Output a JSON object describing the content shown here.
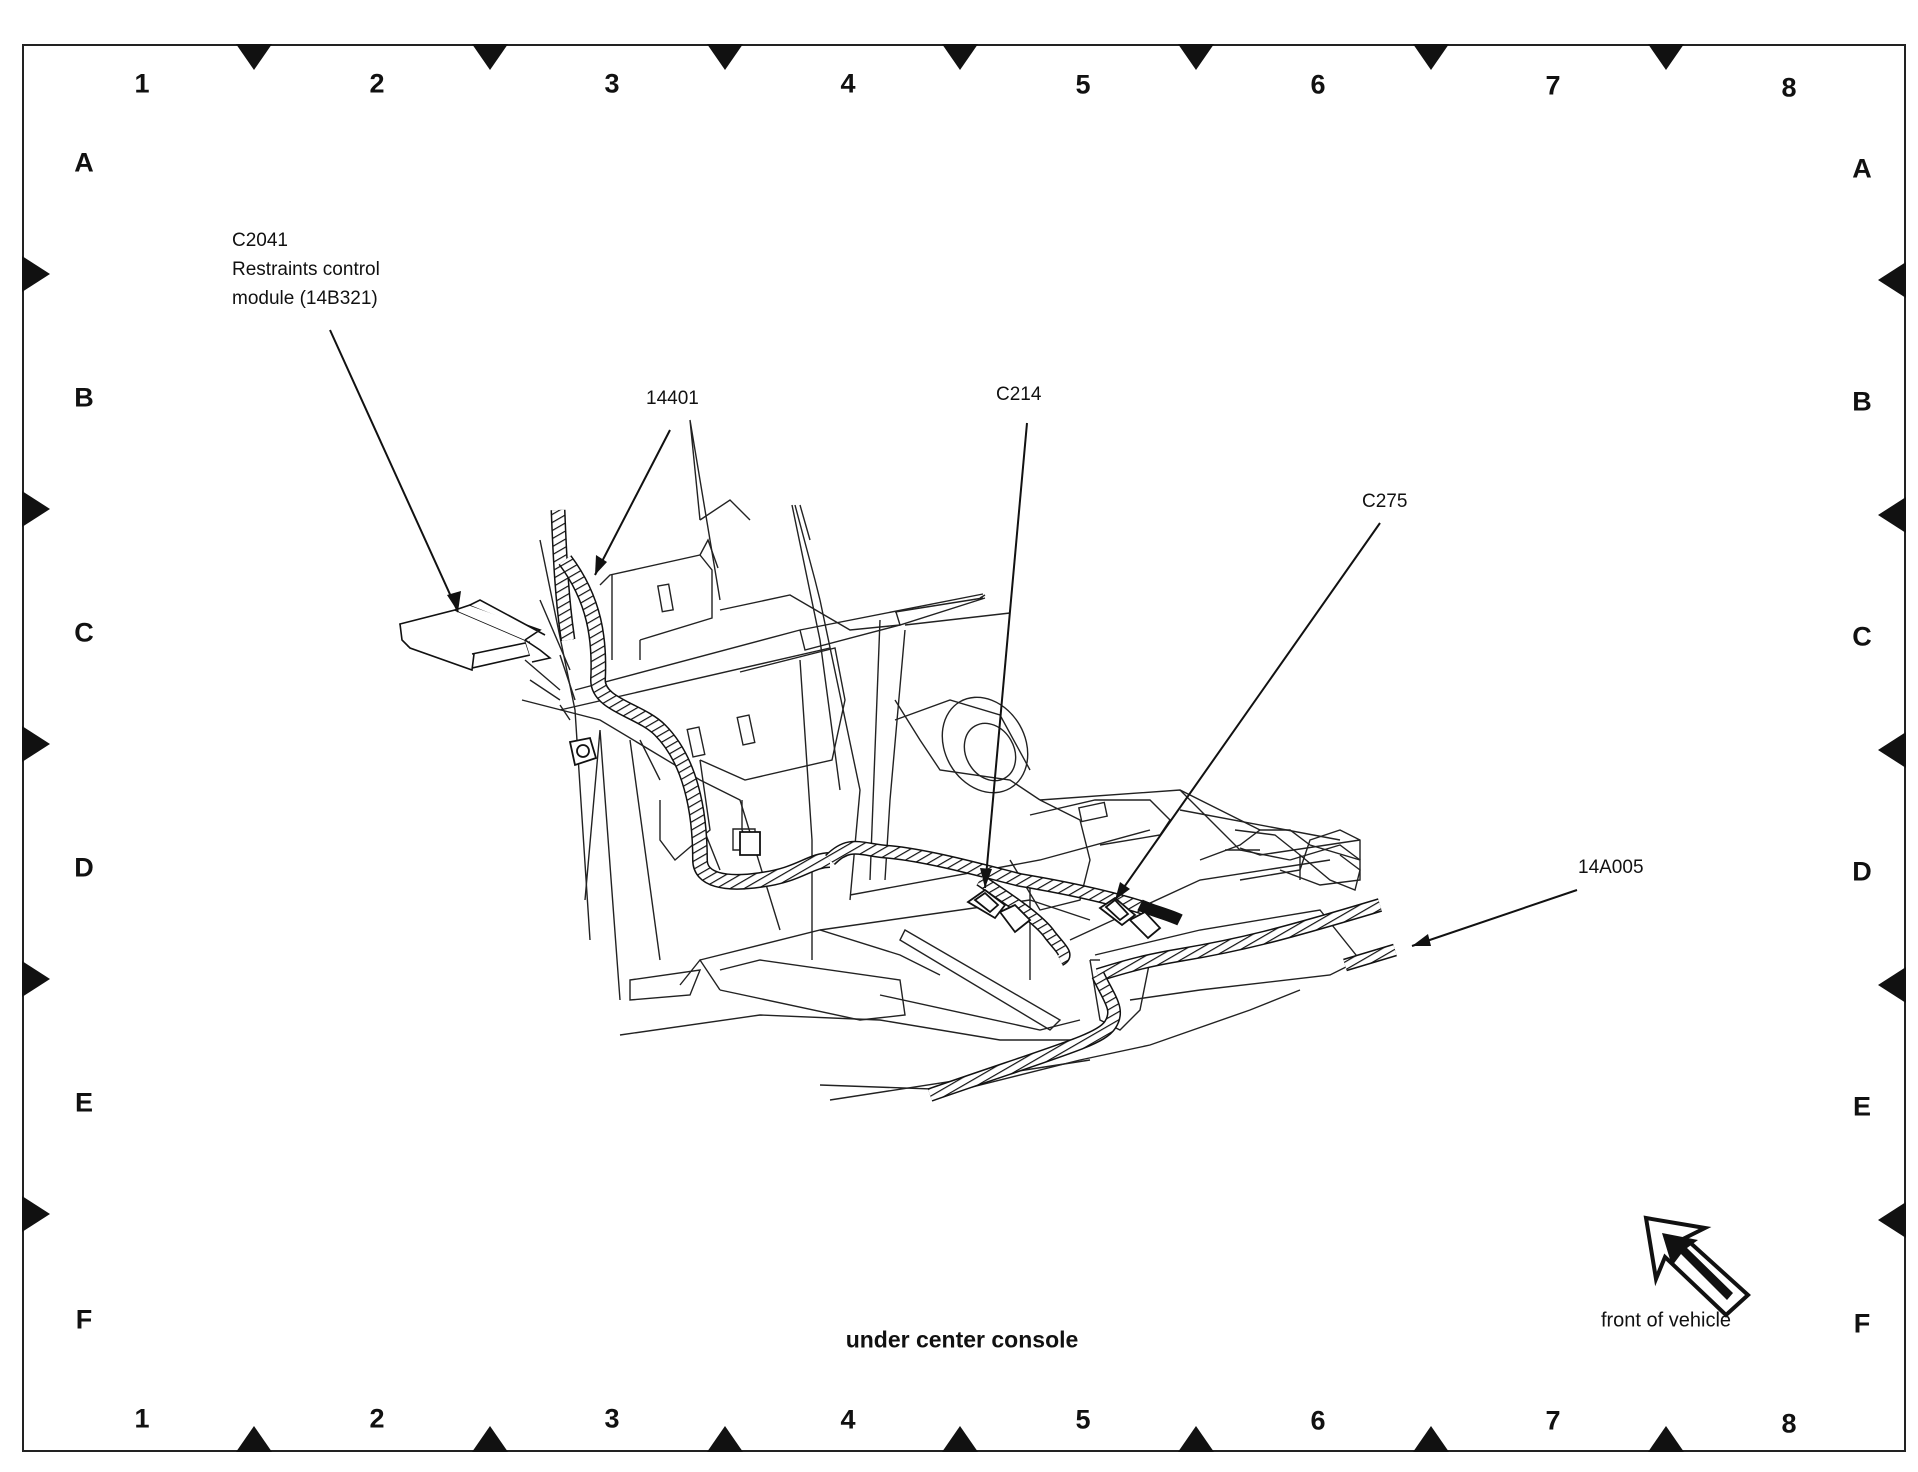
{
  "grid": {
    "columns": [
      "1",
      "2",
      "3",
      "4",
      "5",
      "6",
      "7",
      "8"
    ],
    "rows": [
      "A",
      "B",
      "C",
      "D",
      "E",
      "F"
    ]
  },
  "callouts": {
    "rcm_connector": "C2041",
    "rcm_name_line1": "Restraints control",
    "rcm_name_line2": "module (14B321)",
    "harness_14401": "14401",
    "connector_c214": "C214",
    "connector_c275": "C275",
    "harness_14a005": "14A005"
  },
  "caption": "under center console",
  "front_of_vehicle": "front of vehicle"
}
